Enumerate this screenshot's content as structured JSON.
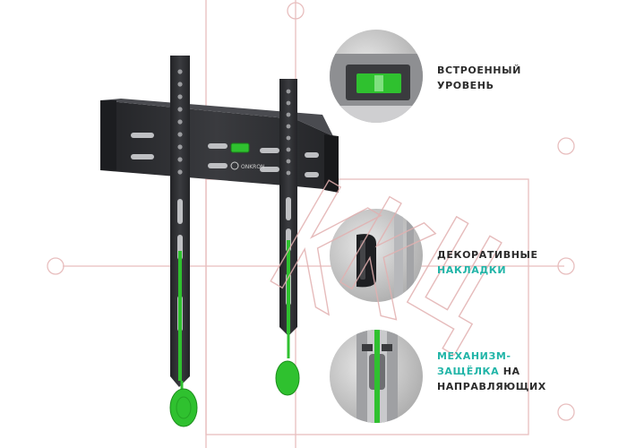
{
  "brand": {
    "logo_text": "ONKRON"
  },
  "watermark": {
    "text": "ВКЦ"
  },
  "callouts": [
    {
      "line1": "ВСТРОЕННЫЙ",
      "line2": "УРОВЕНЬ",
      "line3": ""
    },
    {
      "line1": "ДЕКОРАТИВНЫЕ",
      "line2": "НАКЛАДКИ",
      "line3": ""
    },
    {
      "line1": "МЕХАНИЗМ-",
      "line2a": "ЗАЩЁЛКА",
      "line2b": " НА",
      "line3": "НАПРАВЛЯЮЩИХ"
    }
  ],
  "colors": {
    "accent_text": "#22b5a8",
    "bracket_green": "#2fc12f",
    "bracket_dark": "#2c2d30"
  }
}
